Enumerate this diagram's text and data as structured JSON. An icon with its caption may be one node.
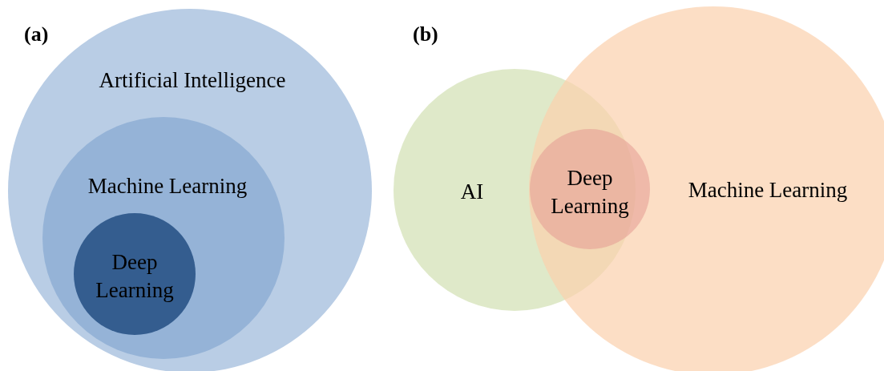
{
  "diagram": {
    "nodes": [
      {
        "text": [
          "Artificial Intelligence"
        ]
      },
      {
        "text": [
          "Machine Learning"
        ],
        "in": 0
      },
      {
        "text": [
          "Deep Learning"
        ],
        "in": 1
      },
      {
        "text": [
          "AI"
        ]
      },
      {
        "text": [
          "Machine Learning"
        ]
      },
      {
        "text": [
          "Deep Learning"
        ],
        "in": 4
      }
    ],
    "edges": [],
    "labels": [
      "(a)",
      "(b)"
    ]
  }
}
